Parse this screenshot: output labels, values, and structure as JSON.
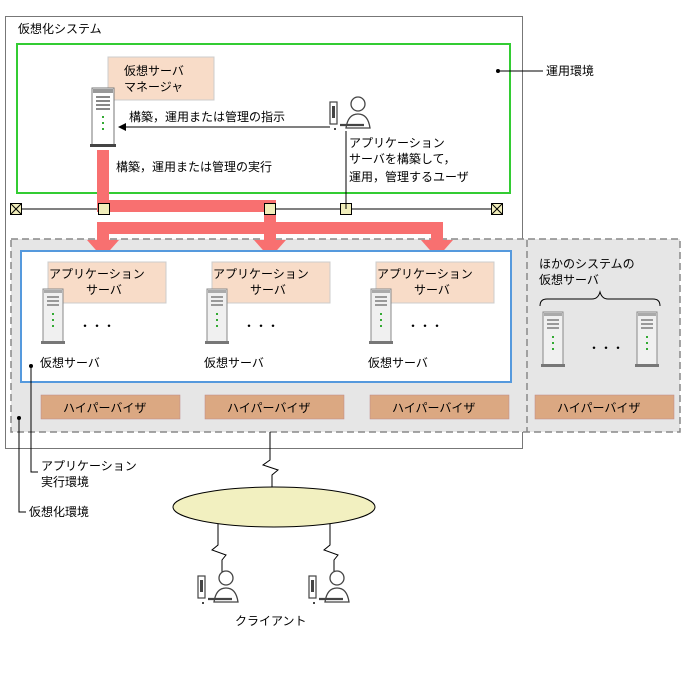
{
  "system": {
    "title": "仮想化システム"
  },
  "operation_env": {
    "label": "運用環境"
  },
  "manager": {
    "line1": "仮想サーバ",
    "line2": "マネージャ"
  },
  "instructions": {
    "to_manager": "構築，運用または管理の指示",
    "execution": "構築，運用または管理の実行"
  },
  "user": {
    "line1": "アプリケーション",
    "line2": "サーバを構築して，",
    "line3": "運用，管理するユーザ"
  },
  "app_servers": [
    {
      "line1": "アプリケーション",
      "line2": "サーバ",
      "ellipsis": "・・・",
      "vm_label": "仮想サーバ",
      "hypervisor": "ハイパーバイザ"
    },
    {
      "line1": "アプリケーション",
      "line2": "サーバ",
      "ellipsis": "・・・",
      "vm_label": "仮想サーバ",
      "hypervisor": "ハイパーバイザ"
    },
    {
      "line1": "アプリケーション",
      "line2": "サーバ",
      "ellipsis": "・・・",
      "vm_label": "仮想サーバ",
      "hypervisor": "ハイパーバイザ"
    }
  ],
  "other_system": {
    "line1": "ほかのシステムの",
    "line2": "仮想サーバ",
    "ellipsis": "・・・",
    "hypervisor": "ハイパーバイザ"
  },
  "app_exec_env": {
    "line1": "アプリケーション",
    "line2": "実行環境"
  },
  "virtual_env": {
    "label": "仮想化環境"
  },
  "clients": {
    "label": "クライアント"
  },
  "colors": {
    "red_arrow": "#f87070",
    "green_border": "#33cc33",
    "blue_border": "#5599dd",
    "peach_box": "#f8dcc8",
    "hypervisor_fill": "#dba882",
    "gray_zone": "#e6e6e6",
    "network_node": "#f1eebb",
    "cloud_fill": "#f2f0c0"
  }
}
